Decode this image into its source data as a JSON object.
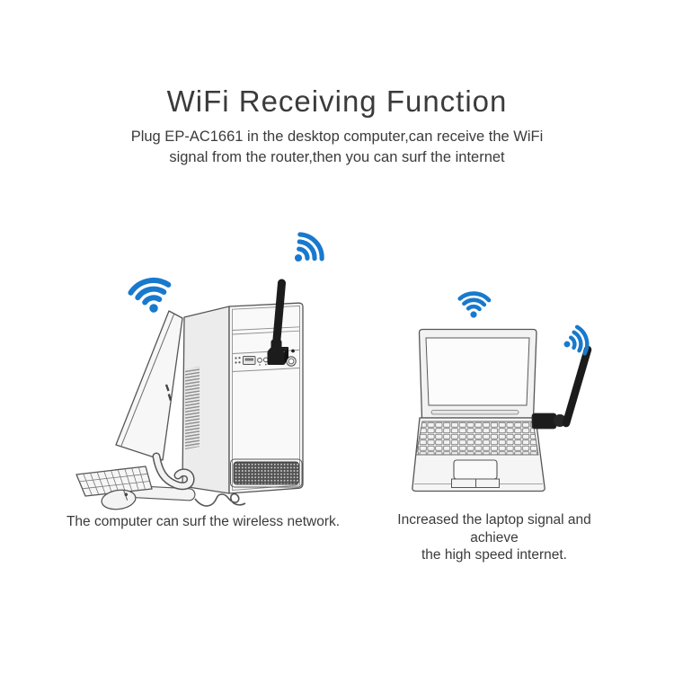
{
  "header": {
    "title": "WiFi Receiving Function",
    "subtitle_lines": [
      "Plug EP-AC1661 in the desktop computer,can receive the WiFi",
      "signal from the router,then you can surf the internet"
    ]
  },
  "figures": {
    "desktop": {
      "caption": "The computer can surf the wireless network.",
      "icons": [
        "wifi-signal-icon",
        "wifi-signal-icon"
      ],
      "parts": [
        "monitor",
        "desktop-tower",
        "usb-wifi-adapter",
        "wifi-antenna",
        "keyboard",
        "mouse"
      ]
    },
    "laptop": {
      "caption_lines": [
        "Increased the laptop signal and achieve",
        "the high speed internet."
      ],
      "icons": [
        "wifi-signal-icon",
        "wifi-signal-icon"
      ],
      "parts": [
        "laptop",
        "usb-wifi-adapter",
        "wifi-antenna"
      ]
    }
  },
  "colors": {
    "wifi_blue": "#1879cd",
    "text": "#3b3b3b",
    "line_art": "#555555",
    "adapter_black": "#1c1c1c",
    "background": "#ffffff"
  }
}
